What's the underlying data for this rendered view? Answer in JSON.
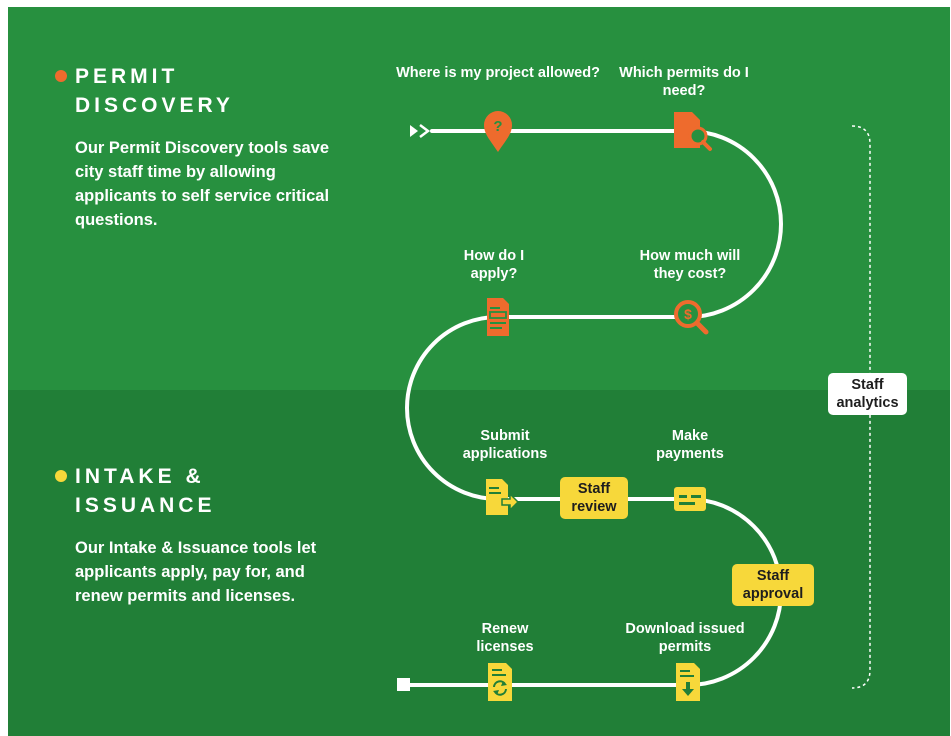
{
  "sections": {
    "discovery": {
      "title": "PERMIT DISCOVERY",
      "dot_color": "#ee6b2d",
      "description": "Our Permit Discovery tools save city staff time by allowing applicants to self service critical questions."
    },
    "intake": {
      "title": "INTAKE & ISSUANCE",
      "dot_color": "#f7d83a",
      "description": "Our Intake & Issuance tools let applicants apply, pay for, and renew permits and licenses."
    }
  },
  "steps": {
    "where": "Where is my project allowed?",
    "which": "Which permits do I need?",
    "how_apply": "How do I apply?",
    "how_much": "How much will they cost?",
    "submit": "Submit applications",
    "payments": "Make payments",
    "renew": "Renew licenses",
    "download": "Download issued permits"
  },
  "badges": {
    "staff_review": "Staff review",
    "staff_approval": "Staff approval",
    "staff_analytics": "Staff analytics"
  },
  "icons": {
    "start": "double-chevron-right-icon",
    "where": "location-question-icon",
    "which": "document-search-icon",
    "how_much": "dollar-search-icon",
    "how_apply": "form-document-icon",
    "submit": "document-arrow-icon",
    "payments": "payment-card-icon",
    "download": "document-download-icon",
    "renew": "document-renew-icon",
    "end": "end-square-icon"
  },
  "colors": {
    "orange": "#ee6b2d",
    "yellow": "#f7d83a",
    "green_top": "#27903f",
    "green_bottom": "#217f37"
  }
}
